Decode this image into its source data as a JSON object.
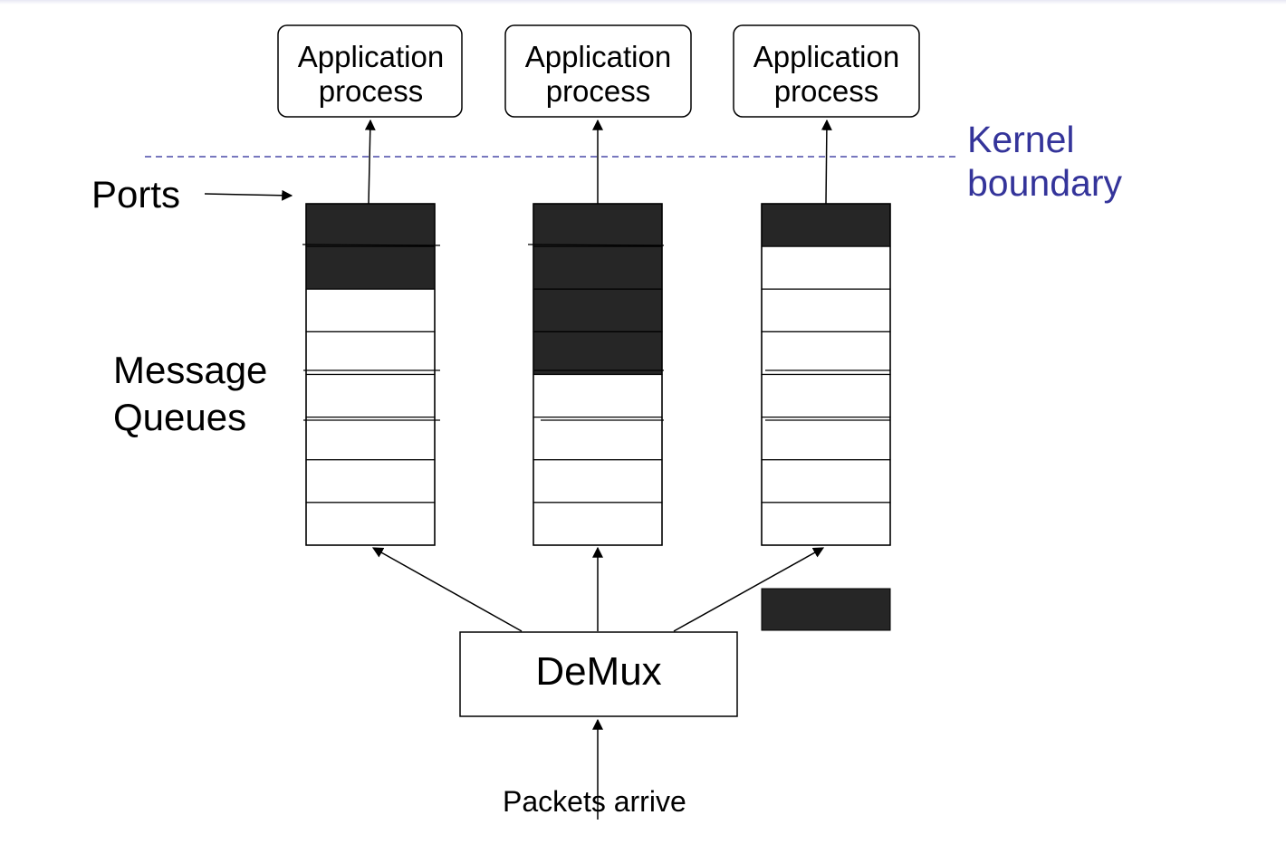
{
  "labels": {
    "app_process": [
      "Application\nprocess",
      "Application\nprocess",
      "Application\nprocess"
    ],
    "kernel_boundary": "Kernel\nboundary",
    "ports": "Ports",
    "message_queues": "Message\nQueues",
    "demux": "DeMux",
    "packets_arrive": "Packets arrive"
  },
  "queues": [
    {
      "filled_slots": 2,
      "total_slots": 8
    },
    {
      "filled_slots": 4,
      "total_slots": 8
    },
    {
      "filled_slots": 1,
      "total_slots": 8
    }
  ],
  "colors": {
    "filled": "#262626",
    "kernel_text": "#34349a",
    "boundary_line": "#4a4aa8"
  }
}
